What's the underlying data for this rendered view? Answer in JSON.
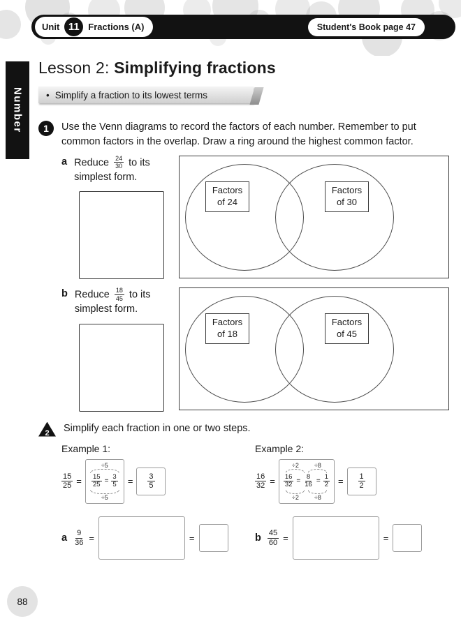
{
  "header": {
    "unit_label": "Unit",
    "unit_number": "11",
    "unit_title": "Fractions (A)",
    "book_ref": "Student's Book page 47"
  },
  "sidebar": {
    "strand_label": "Number"
  },
  "lesson": {
    "title_regular": "Lesson 2: ",
    "title_bold": "Simplifying fractions",
    "objective_bullet": "•",
    "objective": "Simplify a fraction to its lowest terms"
  },
  "symbols": {
    "equals": "="
  },
  "q1": {
    "number": "1",
    "instructions": "Use the Venn diagrams to record the factors of each number. Remember to put common factors in the overlap. Draw a ring around the highest common factor.",
    "parts": [
      {
        "label": "a",
        "text_before": "Reduce",
        "fraction": {
          "num": "24",
          "den": "30"
        },
        "text_after": "to its simplest form.",
        "venn": {
          "left_label": "Factors of 24",
          "right_label": "Factors of 30"
        }
      },
      {
        "label": "b",
        "text_before": "Reduce",
        "fraction": {
          "num": "18",
          "den": "45"
        },
        "text_after": "to its simplest form.",
        "venn": {
          "left_label": "Factors of 18",
          "right_label": "Factors of 45"
        }
      }
    ]
  },
  "q2": {
    "number": "2",
    "instructions": "Simplify each fraction in one or two steps.",
    "examples": [
      {
        "label": "Example 1:",
        "given": {
          "num": "15",
          "den": "25"
        },
        "top_ops": [
          "÷5"
        ],
        "bottom_ops": [
          "÷5"
        ],
        "work": [
          {
            "num": "15",
            "den": "25"
          },
          {
            "num": "3",
            "den": "5"
          }
        ],
        "answer": {
          "num": "3",
          "den": "5"
        }
      },
      {
        "label": "Example 2:",
        "given": {
          "num": "16",
          "den": "32"
        },
        "top_ops": [
          "÷2",
          "÷8"
        ],
        "bottom_ops": [
          "÷2",
          "÷8"
        ],
        "work": [
          {
            "num": "16",
            "den": "32"
          },
          {
            "num": "8",
            "den": "16"
          },
          {
            "num": "1",
            "den": "2"
          }
        ],
        "answer": {
          "num": "1",
          "den": "2"
        }
      }
    ],
    "parts": [
      {
        "label": "a",
        "fraction": {
          "num": "9",
          "den": "36"
        }
      },
      {
        "label": "b",
        "fraction": {
          "num": "45",
          "den": "60"
        }
      }
    ]
  },
  "footer": {
    "page_number": "88"
  }
}
